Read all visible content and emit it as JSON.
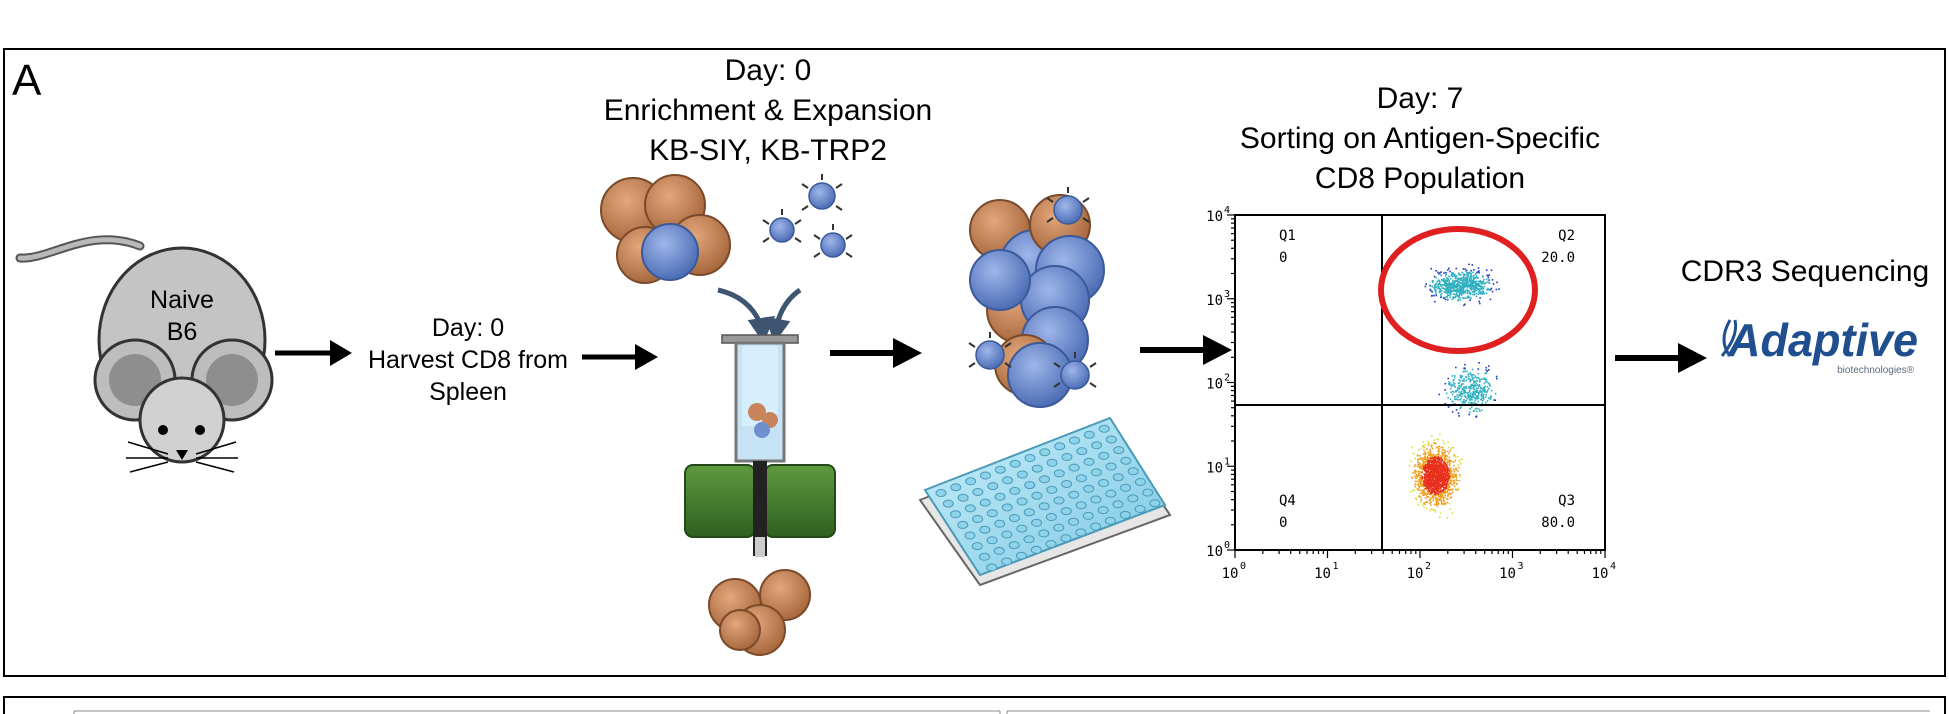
{
  "panel_label": "A",
  "step1": {
    "mouse_line1": "Naive",
    "mouse_line2": "B6"
  },
  "step2": {
    "line1": "Day: 0",
    "line2": "Harvest CD8 from",
    "line3": "Spleen"
  },
  "step3": {
    "line1": "Day: 0",
    "line2": "Enrichment & Expansion",
    "line3": "KB-SIY, KB-TRP2"
  },
  "step4": {
    "line1": "Day: 7",
    "line2": "Sorting on Antigen-Specific",
    "line3": "CD8 Population"
  },
  "step5": {
    "title": "CDR3 Sequencing",
    "logo_text": "Adaptive",
    "logo_sub": "biotechnologies®"
  },
  "flow_plot": {
    "q1": {
      "name": "Q1",
      "value": "0"
    },
    "q2": {
      "name": "Q2",
      "value": "20.0"
    },
    "q3": {
      "name": "Q3",
      "value": "80.0"
    },
    "q4": {
      "name": "Q4",
      "value": "0"
    },
    "y_ticks": [
      {
        "base": "10",
        "exp": "4"
      },
      {
        "base": "10",
        "exp": "3"
      },
      {
        "base": "10",
        "exp": "2"
      },
      {
        "base": "10",
        "exp": "1"
      },
      {
        "base": "10",
        "exp": "0"
      }
    ],
    "x_ticks": [
      {
        "base": "10",
        "exp": "0"
      },
      {
        "base": "10",
        "exp": "1"
      },
      {
        "base": "10",
        "exp": "2"
      },
      {
        "base": "10",
        "exp": "3"
      },
      {
        "base": "10",
        "exp": "4"
      }
    ]
  },
  "colors": {
    "cell_brown": "#c8845a",
    "cell_blue": "#6f8fcf",
    "magnet_green": "#3f7a2a",
    "gate_red": "#e02020",
    "plate_blue": "#9fd9ec",
    "logo_blue": "#1f4f8f"
  }
}
